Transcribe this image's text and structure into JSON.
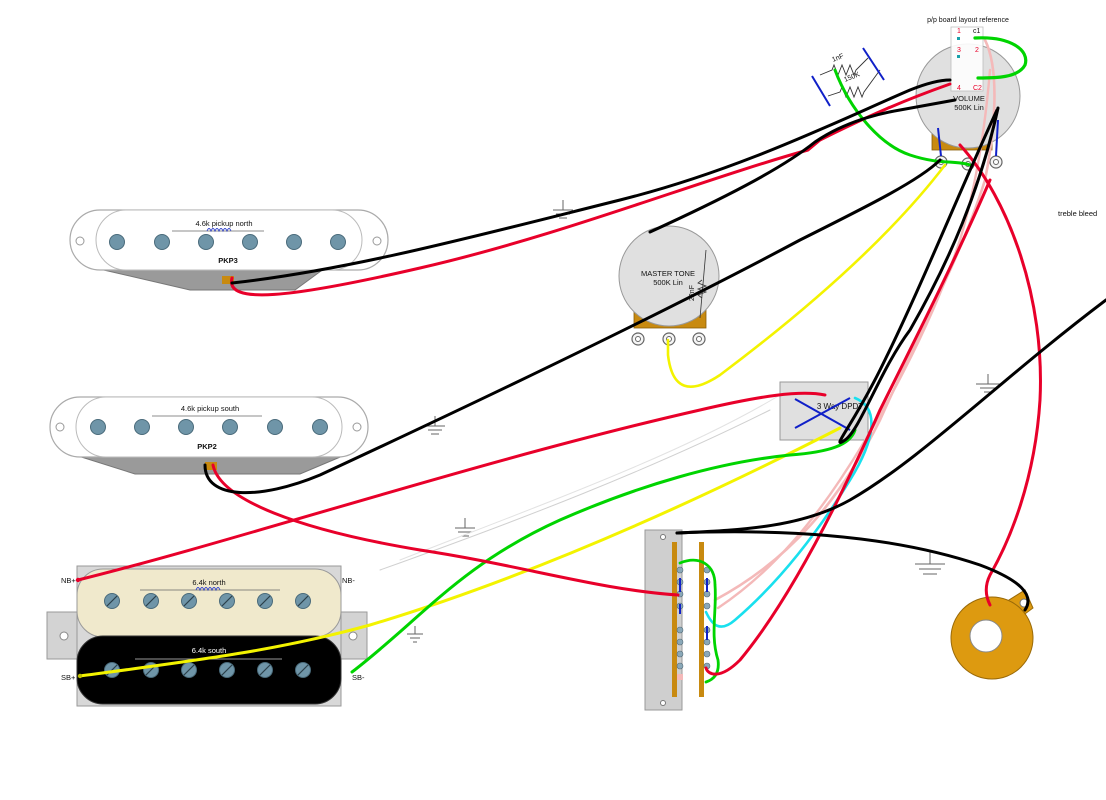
{
  "colors": {
    "black": "#000000",
    "red": "#e8002a",
    "green": "#00d400",
    "yellow": "#f3f300",
    "cyan": "#19e0ee",
    "pink": "#f4b9b9",
    "blue": "#1020c8",
    "brass": "#c88a10",
    "jack": "#dd9a10",
    "pot": "#e0e0e0",
    "pole": "#6f95a8",
    "cream": "#f0e9cc",
    "plate": "#999999"
  },
  "pickups": {
    "pkp3": {
      "name": "PKP3",
      "label": "4.6k pickup north"
    },
    "pkp2": {
      "name": "PKP2",
      "label": "4.6k pickup south"
    }
  },
  "humbucker": {
    "north_label": "6.4k north",
    "south_label": "6.4k south",
    "nb_plus": "NB+",
    "nb_minus": "NB-",
    "sb_plus": "SB+",
    "sb_minus": "SB-"
  },
  "volume_pot": {
    "line1": "VOLUME",
    "line2": "500K Lin"
  },
  "tone_pot": {
    "line1": "MASTER TONE",
    "line2": "500K Lin",
    "cap": "22nF"
  },
  "board_ref": {
    "title": "p/p board layout reference",
    "pins": [
      "1",
      "c1",
      "3",
      "2",
      "4",
      "C2"
    ]
  },
  "components": {
    "cap": "1nF",
    "resistor": "150K"
  },
  "switch": {
    "label": "3 Way DPDT"
  },
  "notes": {
    "treble_bleed": "treble bleed"
  }
}
